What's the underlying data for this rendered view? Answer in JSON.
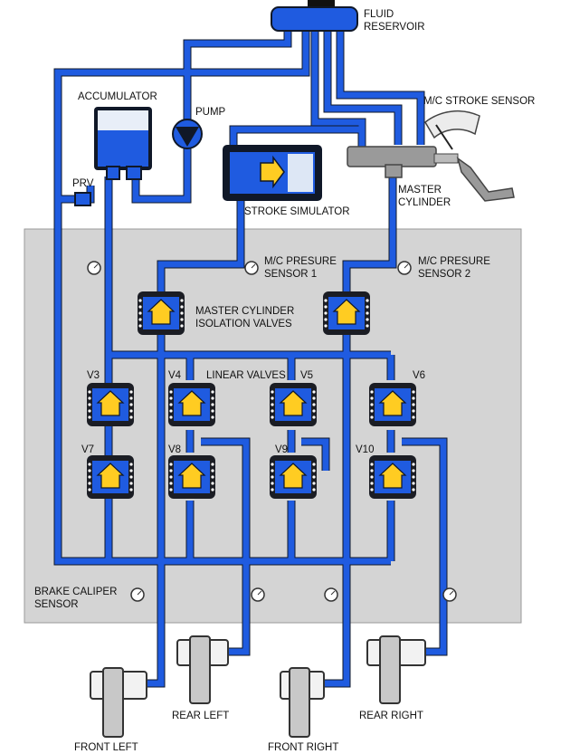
{
  "labels": {
    "fluid_reservoir": [
      "FLUID",
      "RESERVOIR"
    ],
    "accumulator": "ACCUMULATOR",
    "pump": "PUMP",
    "mc_stroke_sensor": "M/C STROKE SENSOR",
    "prv": "PRV",
    "stroke_simulator": "STROKE SIMULATOR",
    "master_cylinder": [
      "MASTER",
      "CYLINDER"
    ],
    "mc_pressure_sensor_1": [
      "M/C PRESURE",
      "SENSOR  1"
    ],
    "mc_pressure_sensor_2": [
      "M/C PRESURE",
      "SENSOR 2"
    ],
    "isolation_valves": [
      "MASTER CYLINDER",
      "ISOLATION VALVES"
    ],
    "linear_valves": "LINEAR VALVES",
    "brake_caliper_sensor": [
      "BRAKE CALIPER",
      "SENSOR"
    ],
    "valves_upper": [
      "V3",
      "V4",
      "V5",
      "V6"
    ],
    "valves_lower": [
      "V7",
      "V8",
      "V9",
      "V10"
    ],
    "front_left": "FRONT LEFT",
    "rear_left": "REAR LEFT",
    "front_right": "FRONT RIGHT",
    "rear_right": "REAR RIGHT"
  },
  "colors": {
    "pipe": "#1f5be0",
    "panel": "#d4d4d4",
    "valve_arrow": "#ffcc22",
    "valve_body": "#1b1d24"
  }
}
